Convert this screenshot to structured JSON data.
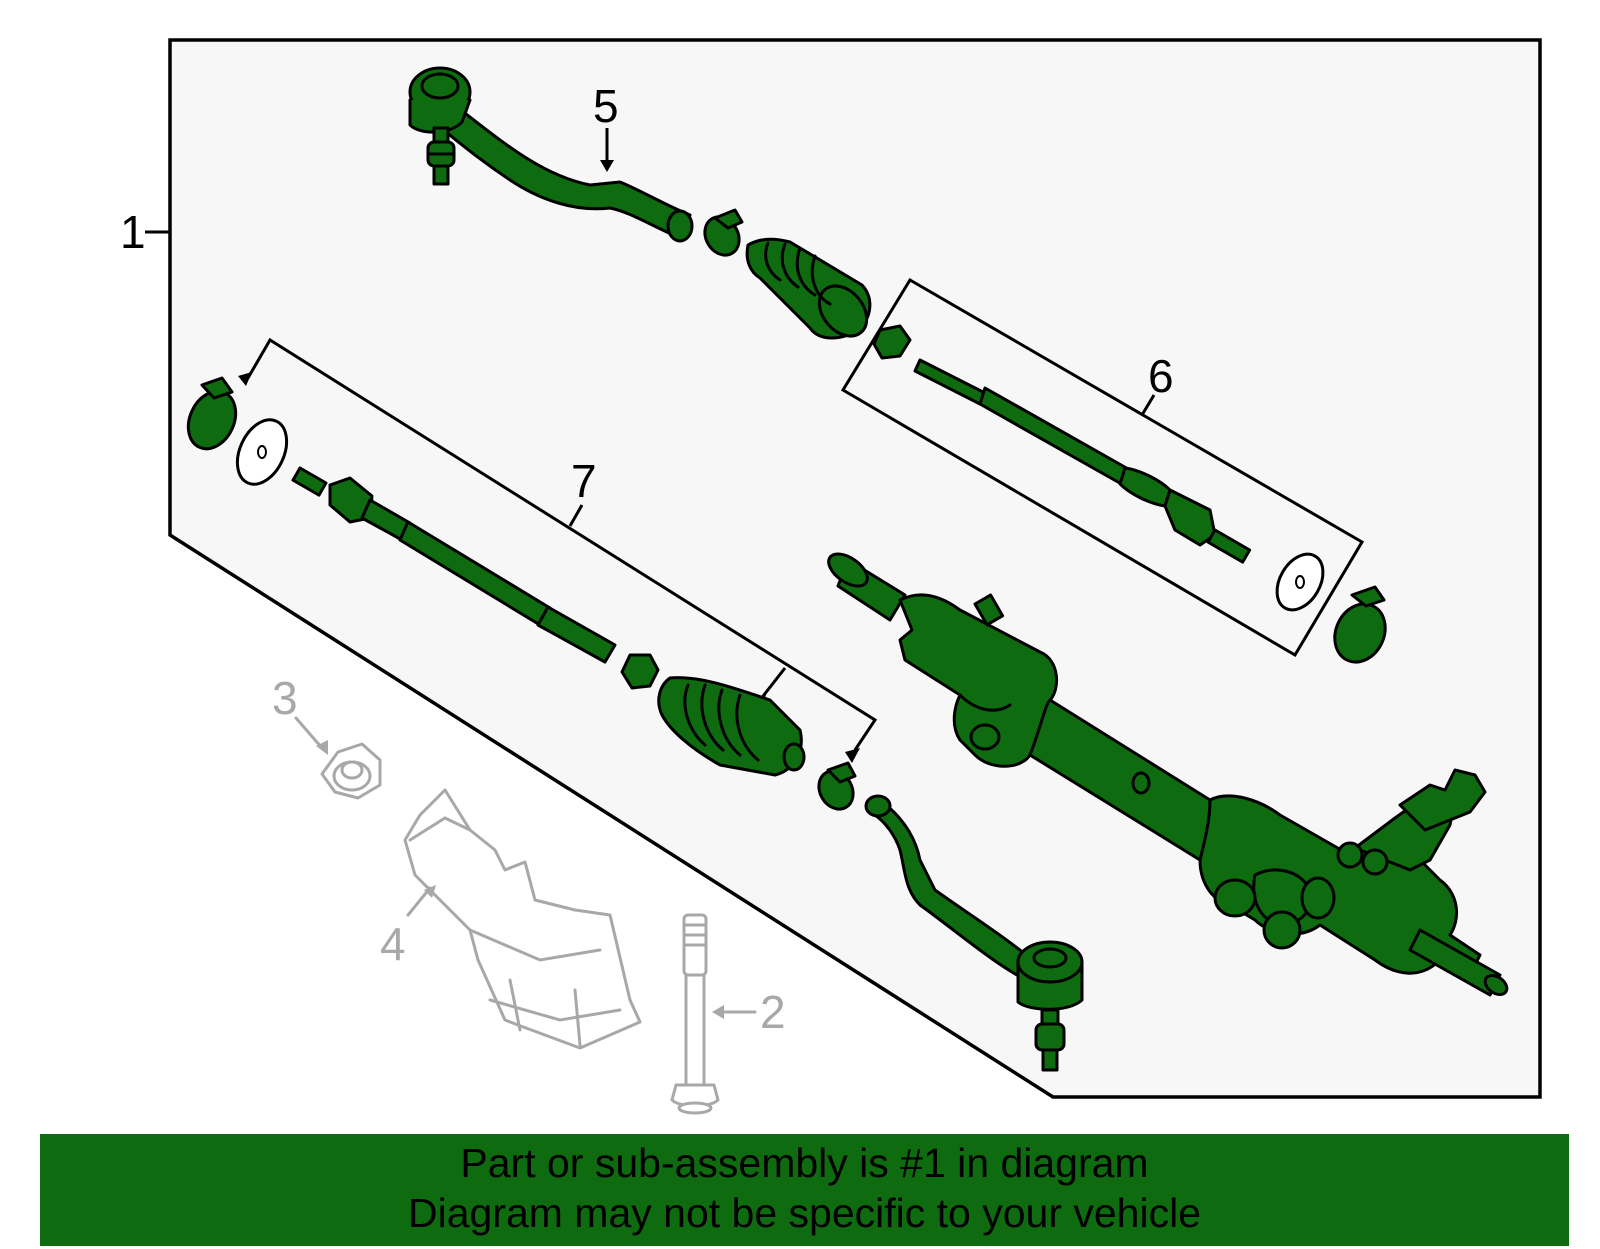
{
  "colors": {
    "part_fill": "#0f6b0f",
    "banner_fill": "#0f6b0f",
    "reference_part": "#a8a8a8",
    "outline": "#000000",
    "panel_bg": "#f7f7f7"
  },
  "callouts": {
    "c1": "1",
    "c2": "2",
    "c3": "3",
    "c4": "4",
    "c5": "5",
    "c6": "6",
    "c7": "7"
  },
  "banner": {
    "line1": "Part or sub-assembly is #1 in diagram",
    "line2": "Diagram may not be specific to your vehicle"
  }
}
